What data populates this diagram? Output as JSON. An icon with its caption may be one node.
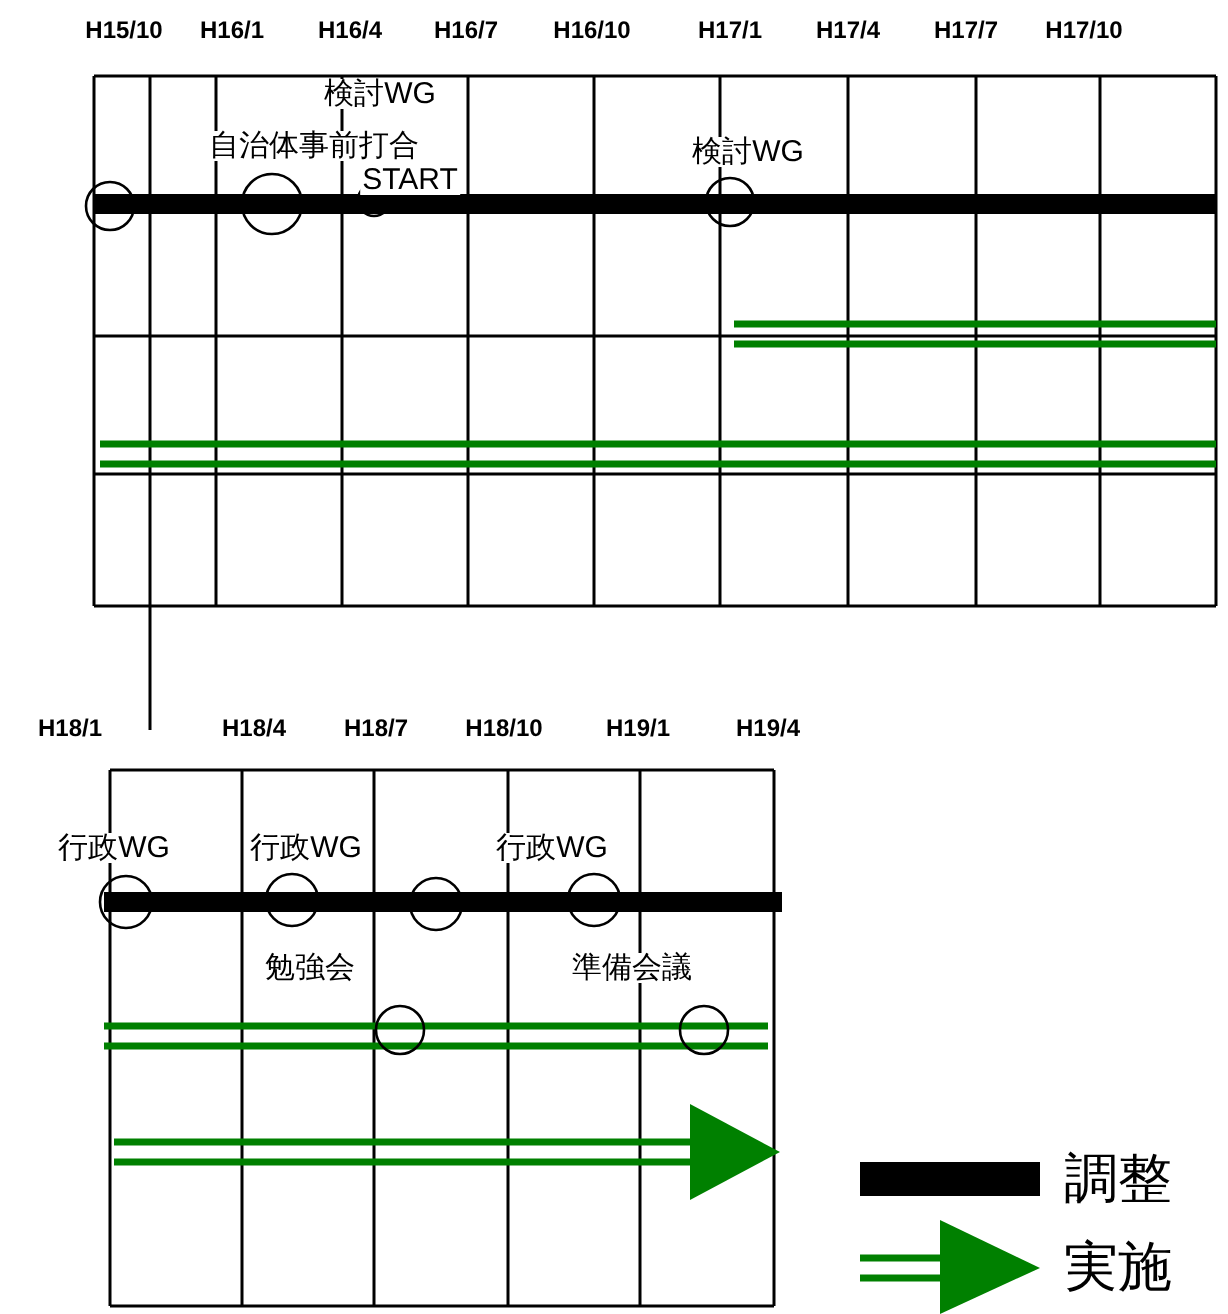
{
  "diagram": {
    "labels": [
      "H15/10",
      "H16/1",
      "H16/4",
      "H16/7",
      "H16/10",
      "H17/1",
      "H17/4",
      "H17/7",
      "H17/10",
      "検討WG",
      "自治体事前打合",
      "START",
      "検討WG",
      "H18/1",
      "H18/4",
      "H18/7",
      "H18/10",
      "H19/1",
      "H19/4",
      "行政WG",
      "行政WG",
      "行政WG",
      "勉強会",
      "準備会議"
    ],
    "legend": [
      {
        "text": "調整",
        "color": "#000000"
      },
      {
        "text": "実施"
      }
    ]
  }
}
